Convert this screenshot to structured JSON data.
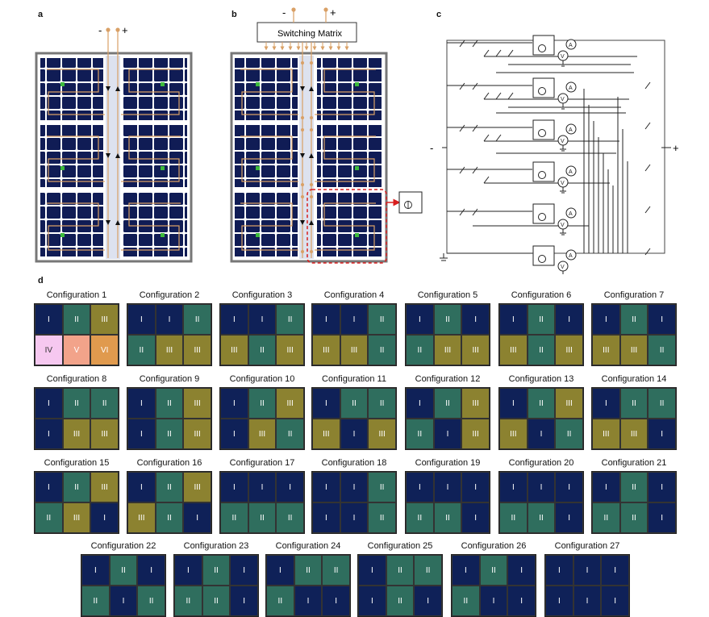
{
  "colors": {
    "I": "#0f2158",
    "II": "#2f6e5e",
    "III": "#8c8230",
    "IV": "#f6c8f0",
    "V": "#f2a38a",
    "VI": "#e09a4e",
    "panel_cell": "#101c55",
    "wire": "#d9a066",
    "frame": "#777777",
    "highlight": "#d81e1e",
    "junction": "#3dbb3d"
  },
  "panel_letters": {
    "a": "a",
    "b": "b",
    "c": "c",
    "d": "d"
  },
  "terminals": {
    "minus": "-",
    "plus": "+"
  },
  "switching_matrix_label": "Switching Matrix",
  "configurations": [
    {
      "title": "Configuration 1",
      "cells": [
        "I",
        "II",
        "III",
        "IV",
        "V",
        "VI"
      ]
    },
    {
      "title": "Configuration 2",
      "cells": [
        "I",
        "I",
        "II",
        "II",
        "III",
        "III"
      ]
    },
    {
      "title": "Configuration 3",
      "cells": [
        "I",
        "I",
        "II",
        "III",
        "II",
        "III"
      ]
    },
    {
      "title": "Configuration 4",
      "cells": [
        "I",
        "I",
        "II",
        "III",
        "III",
        "II"
      ]
    },
    {
      "title": "Configuration 5",
      "cells": [
        "I",
        "II",
        "I",
        "II",
        "III",
        "III"
      ]
    },
    {
      "title": "Configuration 6",
      "cells": [
        "I",
        "II",
        "I",
        "III",
        "II",
        "III"
      ]
    },
    {
      "title": "Configuration 7",
      "cells": [
        "I",
        "II",
        "I",
        "III",
        "III",
        "II"
      ]
    },
    {
      "title": "Configuration 8",
      "cells": [
        "I",
        "II",
        "II",
        "I",
        "III",
        "III"
      ]
    },
    {
      "title": "Configuration 9",
      "cells": [
        "I",
        "II",
        "III",
        "I",
        "II",
        "III"
      ]
    },
    {
      "title": "Configuration 10",
      "cells": [
        "I",
        "II",
        "III",
        "I",
        "III",
        "II"
      ]
    },
    {
      "title": "Configuration 11",
      "cells": [
        "I",
        "II",
        "II",
        "III",
        "I",
        "III"
      ]
    },
    {
      "title": "Configuration 12",
      "cells": [
        "I",
        "II",
        "III",
        "II",
        "I",
        "III"
      ]
    },
    {
      "title": "Configuration 13",
      "cells": [
        "I",
        "II",
        "III",
        "III",
        "I",
        "II"
      ]
    },
    {
      "title": "Configuration 14",
      "cells": [
        "I",
        "II",
        "II",
        "III",
        "III",
        "I"
      ]
    },
    {
      "title": "Configuration 15",
      "cells": [
        "I",
        "II",
        "III",
        "II",
        "III",
        "I"
      ]
    },
    {
      "title": "Configuration 16",
      "cells": [
        "I",
        "II",
        "III",
        "III",
        "II",
        "I"
      ]
    },
    {
      "title": "Configuration 17",
      "cells": [
        "I",
        "I",
        "I",
        "II",
        "II",
        "II"
      ]
    },
    {
      "title": "Configuration 18",
      "cells": [
        "I",
        "I",
        "II",
        "I",
        "I",
        "II"
      ]
    },
    {
      "title": "Configuration 19",
      "cells": [
        "I",
        "I",
        "I",
        "II",
        "II",
        "I"
      ]
    },
    {
      "title": "Configuration 20",
      "cells": [
        "I",
        "I",
        "I",
        "II",
        "II",
        "I"
      ]
    },
    {
      "title": "Configuration 21",
      "cells": [
        "I",
        "II",
        "I",
        "II",
        "II",
        "I"
      ]
    },
    {
      "title": "Configuration 22",
      "cells": [
        "I",
        "II",
        "I",
        "II",
        "I",
        "II"
      ]
    },
    {
      "title": "Configuration 23",
      "cells": [
        "I",
        "II",
        "I",
        "II",
        "II",
        "I"
      ]
    },
    {
      "title": "Configuration 24",
      "cells": [
        "I",
        "II",
        "II",
        "II",
        "I",
        "I"
      ]
    },
    {
      "title": "Configuration 25",
      "cells": [
        "I",
        "II",
        "II",
        "I",
        "II",
        "I"
      ]
    },
    {
      "title": "Configuration 26",
      "cells": [
        "I",
        "II",
        "I",
        "II",
        "I",
        "I"
      ]
    },
    {
      "title": "Configuration 27",
      "cells": [
        "I",
        "I",
        "I",
        "I",
        "I",
        "I"
      ]
    }
  ]
}
